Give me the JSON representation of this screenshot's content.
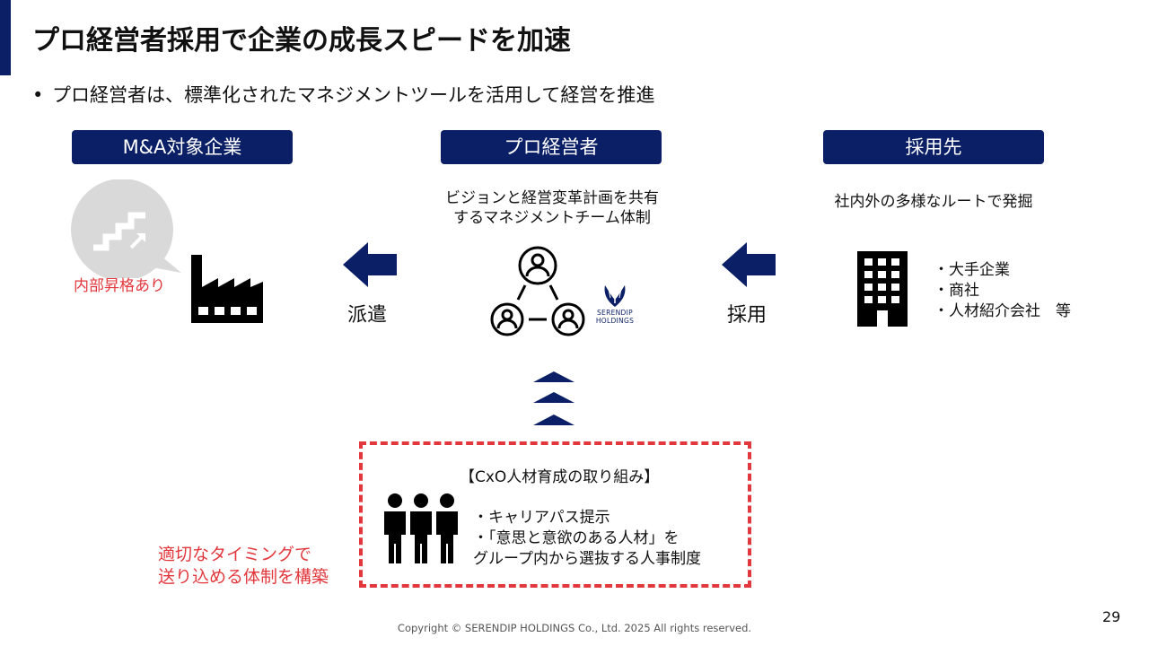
{
  "slide": {
    "title": "プロ経営者採用で企業の成長スピードを加速",
    "bullet_dot": "•",
    "bullet": "プロ経営者は、標準化されたマネジメントツールを活用して経営を推進",
    "page_number": "29",
    "copyright": "Copyright © SERENDIP HOLDINGS Co., Ltd.  2025 All rights reserved."
  },
  "columns": {
    "left": {
      "header": "M&A対象企業",
      "annotation": "内部昇格あり",
      "icons": [
        "stairs-arrow-icon",
        "factory-icon"
      ]
    },
    "center": {
      "header": "プロ経営者",
      "description_line1": "ビジョンと経営変革計画を共有",
      "description_line2": "するマネジメントチーム体制",
      "logo_line1": "SERENDIP",
      "logo_line2": "HOLDINGS"
    },
    "right": {
      "header": "採用先",
      "description": "社内外の多様なルートで発掘",
      "list": [
        "・大手企業",
        "・商社",
        "・人材紹介会社　等"
      ]
    }
  },
  "arrows": {
    "left_label": "派遣",
    "right_label": "採用"
  },
  "program": {
    "title": "【CxO人材育成の取り組み】",
    "items_line1": "・キャリアパス提示",
    "items_line2": "・「意思と意欲のある人材」を",
    "items_line3": "グループ内から選抜する人事制度",
    "side_note_line1": "適切なタイミングで",
    "side_note_line2": "送り込める体制を構築"
  },
  "colors": {
    "navy": "#0b1f66",
    "red": "#e2383d",
    "gray": "#d9d9d9"
  }
}
